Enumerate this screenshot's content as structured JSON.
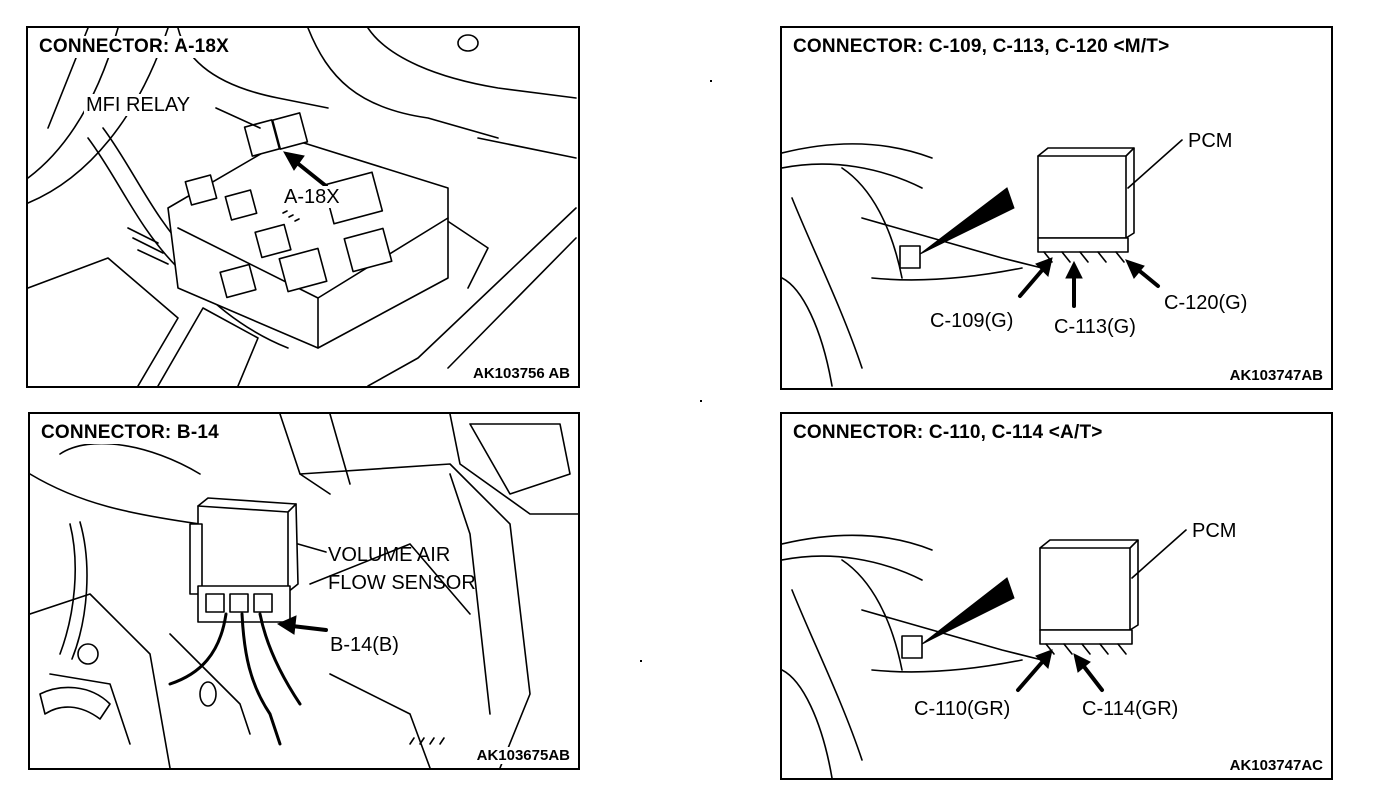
{
  "panels": {
    "a18x": {
      "title": "CONNECTOR: A-18X",
      "labels": {
        "relay": "MFI RELAY",
        "connector": "A-18X"
      },
      "code": "AK103756 AB"
    },
    "c109": {
      "title": "CONNECTOR: C-109, C-113, C-120 <M/T>",
      "labels": {
        "pcm": "PCM",
        "c109": "C-109(G)",
        "c113": "C-113(G)",
        "c120": "C-120(G)"
      },
      "code": "AK103747AB"
    },
    "b14": {
      "title": "CONNECTOR: B-14",
      "labels": {
        "sensor_line1": "VOLUME AIR",
        "sensor_line2": "FLOW SENSOR",
        "connector": "B-14(B)"
      },
      "code": "AK103675AB"
    },
    "c110": {
      "title": "CONNECTOR: C-110, C-114 <A/T>",
      "labels": {
        "pcm": "PCM",
        "c110": "C-110(GR)",
        "c114": "C-114(GR)"
      },
      "code": "AK103747AC"
    }
  },
  "icons": [
    "arrow-icon",
    "pcm-module-icon",
    "relay-box-icon",
    "air-flow-sensor-icon"
  ]
}
